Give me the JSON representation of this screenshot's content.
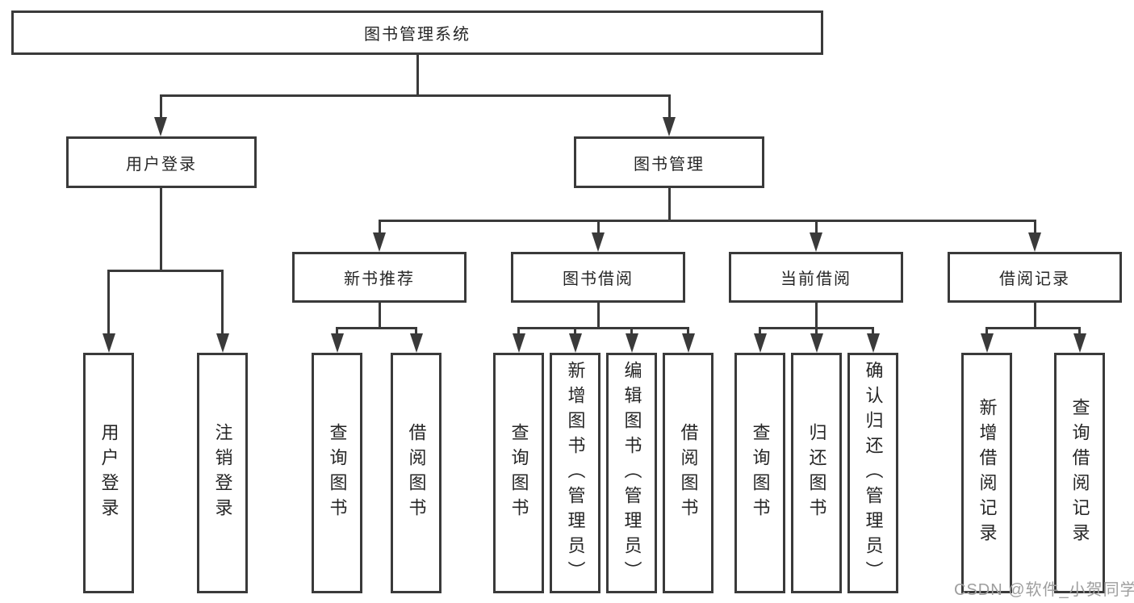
{
  "tree": {
    "root": {
      "label": "图书管理系统"
    },
    "branches": [
      {
        "label": "用户登录",
        "children": [
          {
            "label": "用户登录"
          },
          {
            "label": "注销登录"
          }
        ]
      },
      {
        "label": "图书管理",
        "children": [
          {
            "label": "新书推荐",
            "children": [
              {
                "label": "查询图书"
              },
              {
                "label": "借阅图书"
              }
            ]
          },
          {
            "label": "图书借阅",
            "children": [
              {
                "label": "查询图书"
              },
              {
                "label": "新增图书（管理员）"
              },
              {
                "label": "编辑图书（管理员）"
              },
              {
                "label": "借阅图书"
              }
            ]
          },
          {
            "label": "当前借阅",
            "children": [
              {
                "label": "查询图书"
              },
              {
                "label": "归还图书"
              },
              {
                "label": "确认归还（管理员）"
              }
            ]
          },
          {
            "label": "借阅记录",
            "children": [
              {
                "label": "新增借阅记录"
              },
              {
                "label": "查询借阅记录"
              }
            ]
          }
        ]
      }
    ]
  },
  "watermark": "CSDN @软件_小贺同学",
  "colors": {
    "line": "#3a3a3a",
    "text": "#262626",
    "wm": "#9e9e9e",
    "bg": "#ffffff"
  }
}
